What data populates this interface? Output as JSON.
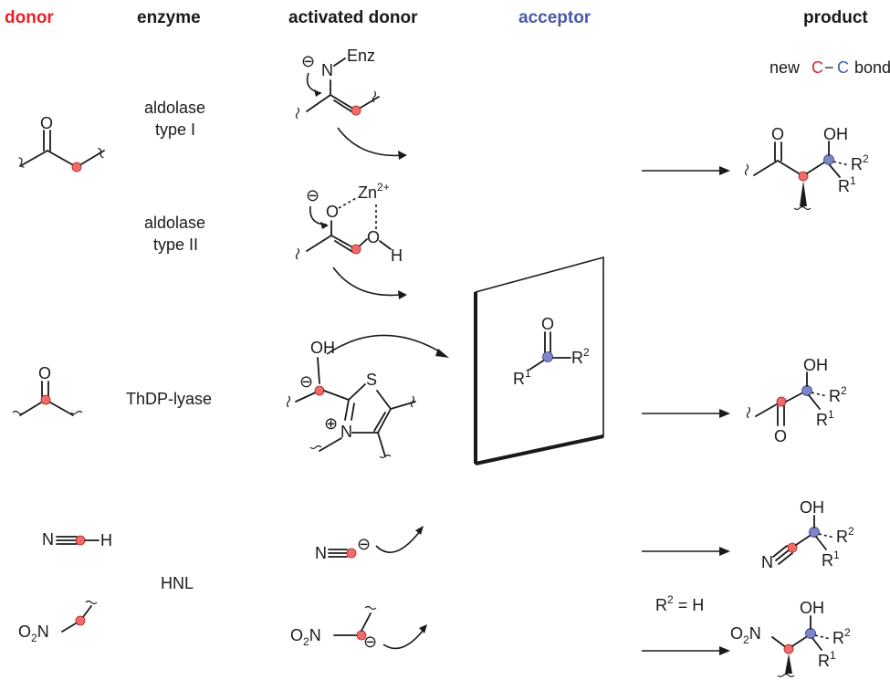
{
  "headers": {
    "donor": "donor",
    "enzyme": "enzyme",
    "activated_donor": "activated donor",
    "acceptor": "acceptor",
    "product": "product"
  },
  "colors": {
    "donor": "#e8202a",
    "acceptor": "#4a5aa8",
    "red_atom": "#f26b6b",
    "blue_atom": "#7c86c8"
  },
  "legend": {
    "new": "new",
    "c1": "C",
    "dash": "−",
    "c2": "C",
    "bond": "bond"
  },
  "enzymes": {
    "aldolase1_line1": "aldolase",
    "aldolase1_line2": "type I",
    "aldolase2_line1": "aldolase",
    "aldolase2_line2": "type II",
    "thdp": "ThDP-lyase",
    "hnl": "HNL"
  },
  "atoms": {
    "O": "O",
    "N": "N",
    "H": "H",
    "S": "S",
    "OH": "OH",
    "Enz": "Enz",
    "Zn": "Zn",
    "Zn_charge": "2+",
    "R": "R",
    "one": "1",
    "two": "2",
    "minus": "⊖",
    "plus": "⊕",
    "O2N_O": "O",
    "O2N_2": "2",
    "O2N_N": "N"
  },
  "condition": {
    "text": "R",
    "sup": "2",
    "rest": " = H"
  }
}
